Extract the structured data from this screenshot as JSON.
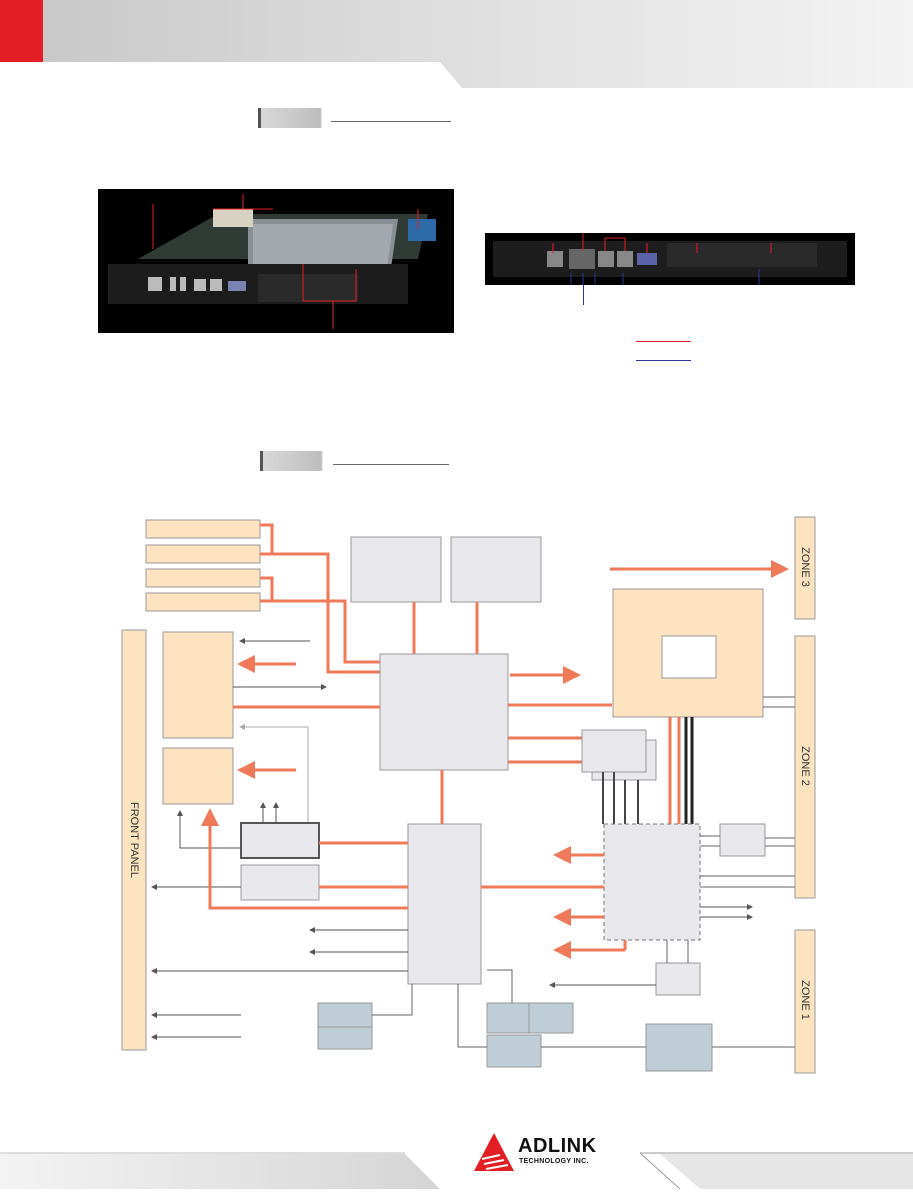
{
  "colors": {
    "brand_red": "#e31e24",
    "signal_orange": "#ef7a5a",
    "block_beige": "#fde3c0",
    "block_gray": "#e8e8ec",
    "block_blue": "#bfcdd6",
    "legend_red": "#e31e24",
    "legend_blue": "#2b3a9a"
  },
  "diagram": {
    "front_panel_label": "FRONT PANEL",
    "zone1_label": "ZONE 1",
    "zone2_label": "ZONE 2",
    "zone3_label": "ZONE 3"
  },
  "footer": {
    "logo_name": "ADLINK",
    "logo_tagline": "TECHNOLOGY INC.",
    "logo_icon": "adlink-triangle-logo"
  }
}
